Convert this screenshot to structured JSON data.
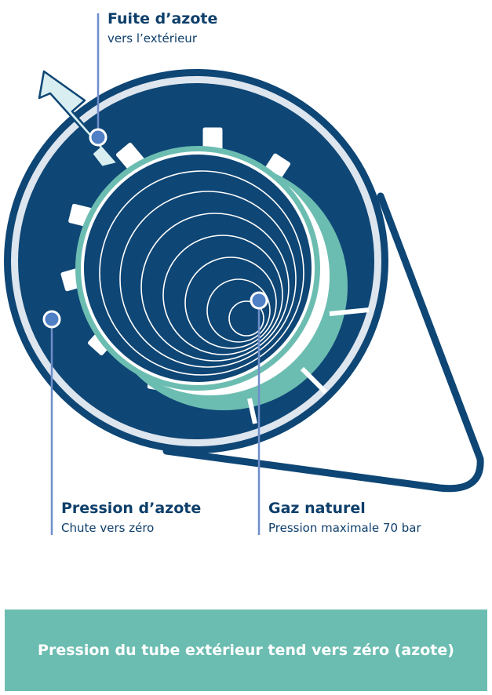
{
  "labels": {
    "leak": {
      "title": "Fuite d’azote",
      "subtitle": "vers l’extérieur"
    },
    "nitrogen": {
      "title": "Pression d’azote",
      "subtitle": "Chute vers zéro"
    },
    "gas": {
      "title": "Gaz naturel",
      "subtitle": "Pression maximale 70 bar"
    }
  },
  "banner": {
    "text": "Pression du tube extérieur tend vers zéro (azote)"
  },
  "colors": {
    "navy": "#0e4675",
    "dark_text": "#0e3f6b",
    "outer_ring": "#dde5ee",
    "teal": "#6cbdb1",
    "pale_teal": "#d8eef0",
    "marker_blue": "#4f7fc4",
    "marker_line": "#6f8ecb",
    "white": "#ffffff"
  },
  "icons": {
    "leak_arrow": "arrow-up-left-icon",
    "marker": "circle-dot-icon"
  }
}
